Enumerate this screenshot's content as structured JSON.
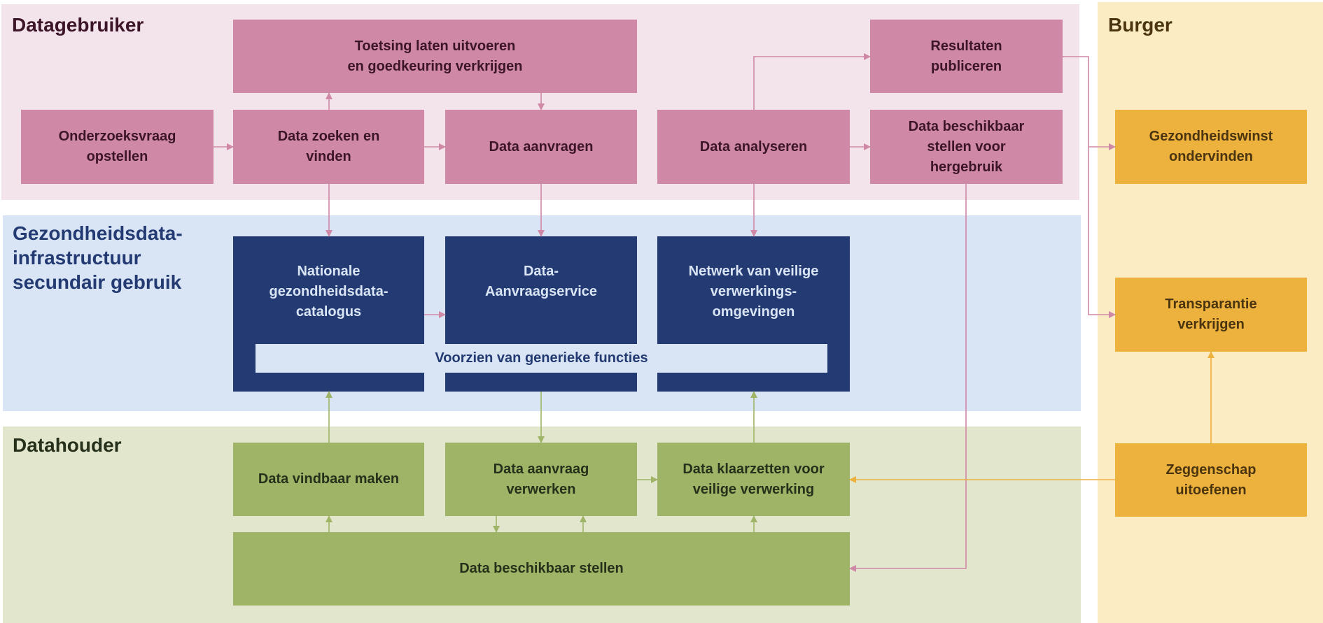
{
  "colors": {
    "pink": "#cf89a6",
    "pink_panel": "#f3e3ea",
    "navy": "#233b72",
    "blue_panel": "#d9e4f4",
    "green": "#9fb467",
    "green_panel": "#e1e6cd",
    "orange": "#edb13e",
    "cream_panel": "#fcecc4"
  },
  "panels": {
    "datagebruiker": {
      "title": "Datagebruiker"
    },
    "infrastructuur": {
      "title": "Gezondheidsdata-\ninfrastructuur\nsecundair gebruik"
    },
    "datahouder": {
      "title": "Datahouder"
    },
    "burger": {
      "title": "Burger"
    }
  },
  "boxes": {
    "toetsing": "Toetsing laten uitvoeren\nen goedkeuring verkrijgen",
    "onderzoeksvraag": "Onderzoeksvraag\nopstellen",
    "data_zoeken": "Data zoeken en\nvinden",
    "data_aanvragen": "Data aanvragen",
    "data_analyseren": "Data analyseren",
    "resultaten": "Resultaten\npubliceren",
    "data_hergebruik": "Data beschikbaar\nstellen voor\nhergebruik",
    "nationale_catalogus": "Nationale\ngezondheidsdata-\ncatalogus",
    "aanvraagservice": "Data-\nAanvraagservice",
    "netwerk": "Netwerk van veilige\nverwerkings-\nomgevingen",
    "generieke_functies": "Voorzien van generieke functies",
    "data_vindbaar": "Data vindbaar maken",
    "aanvraag_verwerken": "Data aanvraag\nverwerken",
    "klaarzetten": "Data klaarzetten voor\nveilige verwerking",
    "beschikbaar_stellen": "Data beschikbaar stellen",
    "gezondheidswinst": "Gezondheidswinst\nondervinden",
    "transparantie": "Transparantie\nverkrijgen",
    "zeggenschap": "Zeggenschap\nuitoefenen"
  },
  "connections": [
    {
      "from": "onderzoeksvraag",
      "to": "data_zoeken",
      "color": "pink"
    },
    {
      "from": "data_zoeken",
      "to": "toetsing",
      "color": "pink"
    },
    {
      "from": "toetsing",
      "to": "data_aanvragen",
      "color": "pink"
    },
    {
      "from": "data_zoeken",
      "to": "data_aanvragen",
      "color": "pink"
    },
    {
      "from": "data_analyseren",
      "to": "resultaten",
      "color": "pink"
    },
    {
      "from": "data_analyseren",
      "to": "data_hergebruik",
      "color": "pink"
    },
    {
      "from": "resultaten",
      "to": "gezondheidswinst",
      "color": "pink"
    },
    {
      "from": "resultaten",
      "to": "transparantie",
      "color": "pink"
    },
    {
      "from": "data_zoeken",
      "to": "nationale_catalogus",
      "color": "pink"
    },
    {
      "from": "data_aanvragen",
      "to": "aanvraagservice",
      "color": "pink"
    },
    {
      "from": "data_analyseren",
      "to": "netwerk",
      "color": "pink"
    },
    {
      "from": "nationale_catalogus",
      "to": "aanvraagservice",
      "color": "pink"
    },
    {
      "from": "data_hergebruik",
      "to": "beschikbaar_stellen",
      "color": "pink"
    },
    {
      "from": "data_vindbaar",
      "to": "nationale_catalogus",
      "color": "green"
    },
    {
      "from": "aanvraagservice",
      "to": "aanvraag_verwerken",
      "color": "green"
    },
    {
      "from": "klaarzetten",
      "to": "netwerk",
      "color": "green"
    },
    {
      "from": "aanvraag_verwerken",
      "to": "klaarzetten",
      "color": "green"
    },
    {
      "from": "aanvraag_verwerken",
      "to": "beschikbaar_stellen",
      "color": "green"
    },
    {
      "from": "beschikbaar_stellen",
      "to": "aanvraag_verwerken",
      "color": "green"
    },
    {
      "from": "beschikbaar_stellen",
      "to": "data_vindbaar",
      "color": "green"
    },
    {
      "from": "beschikbaar_stellen",
      "to": "klaarzetten",
      "color": "green"
    },
    {
      "from": "zeggenschap",
      "to": "klaarzetten",
      "color": "orange"
    },
    {
      "from": "zeggenschap",
      "to": "transparantie",
      "color": "orange"
    }
  ]
}
